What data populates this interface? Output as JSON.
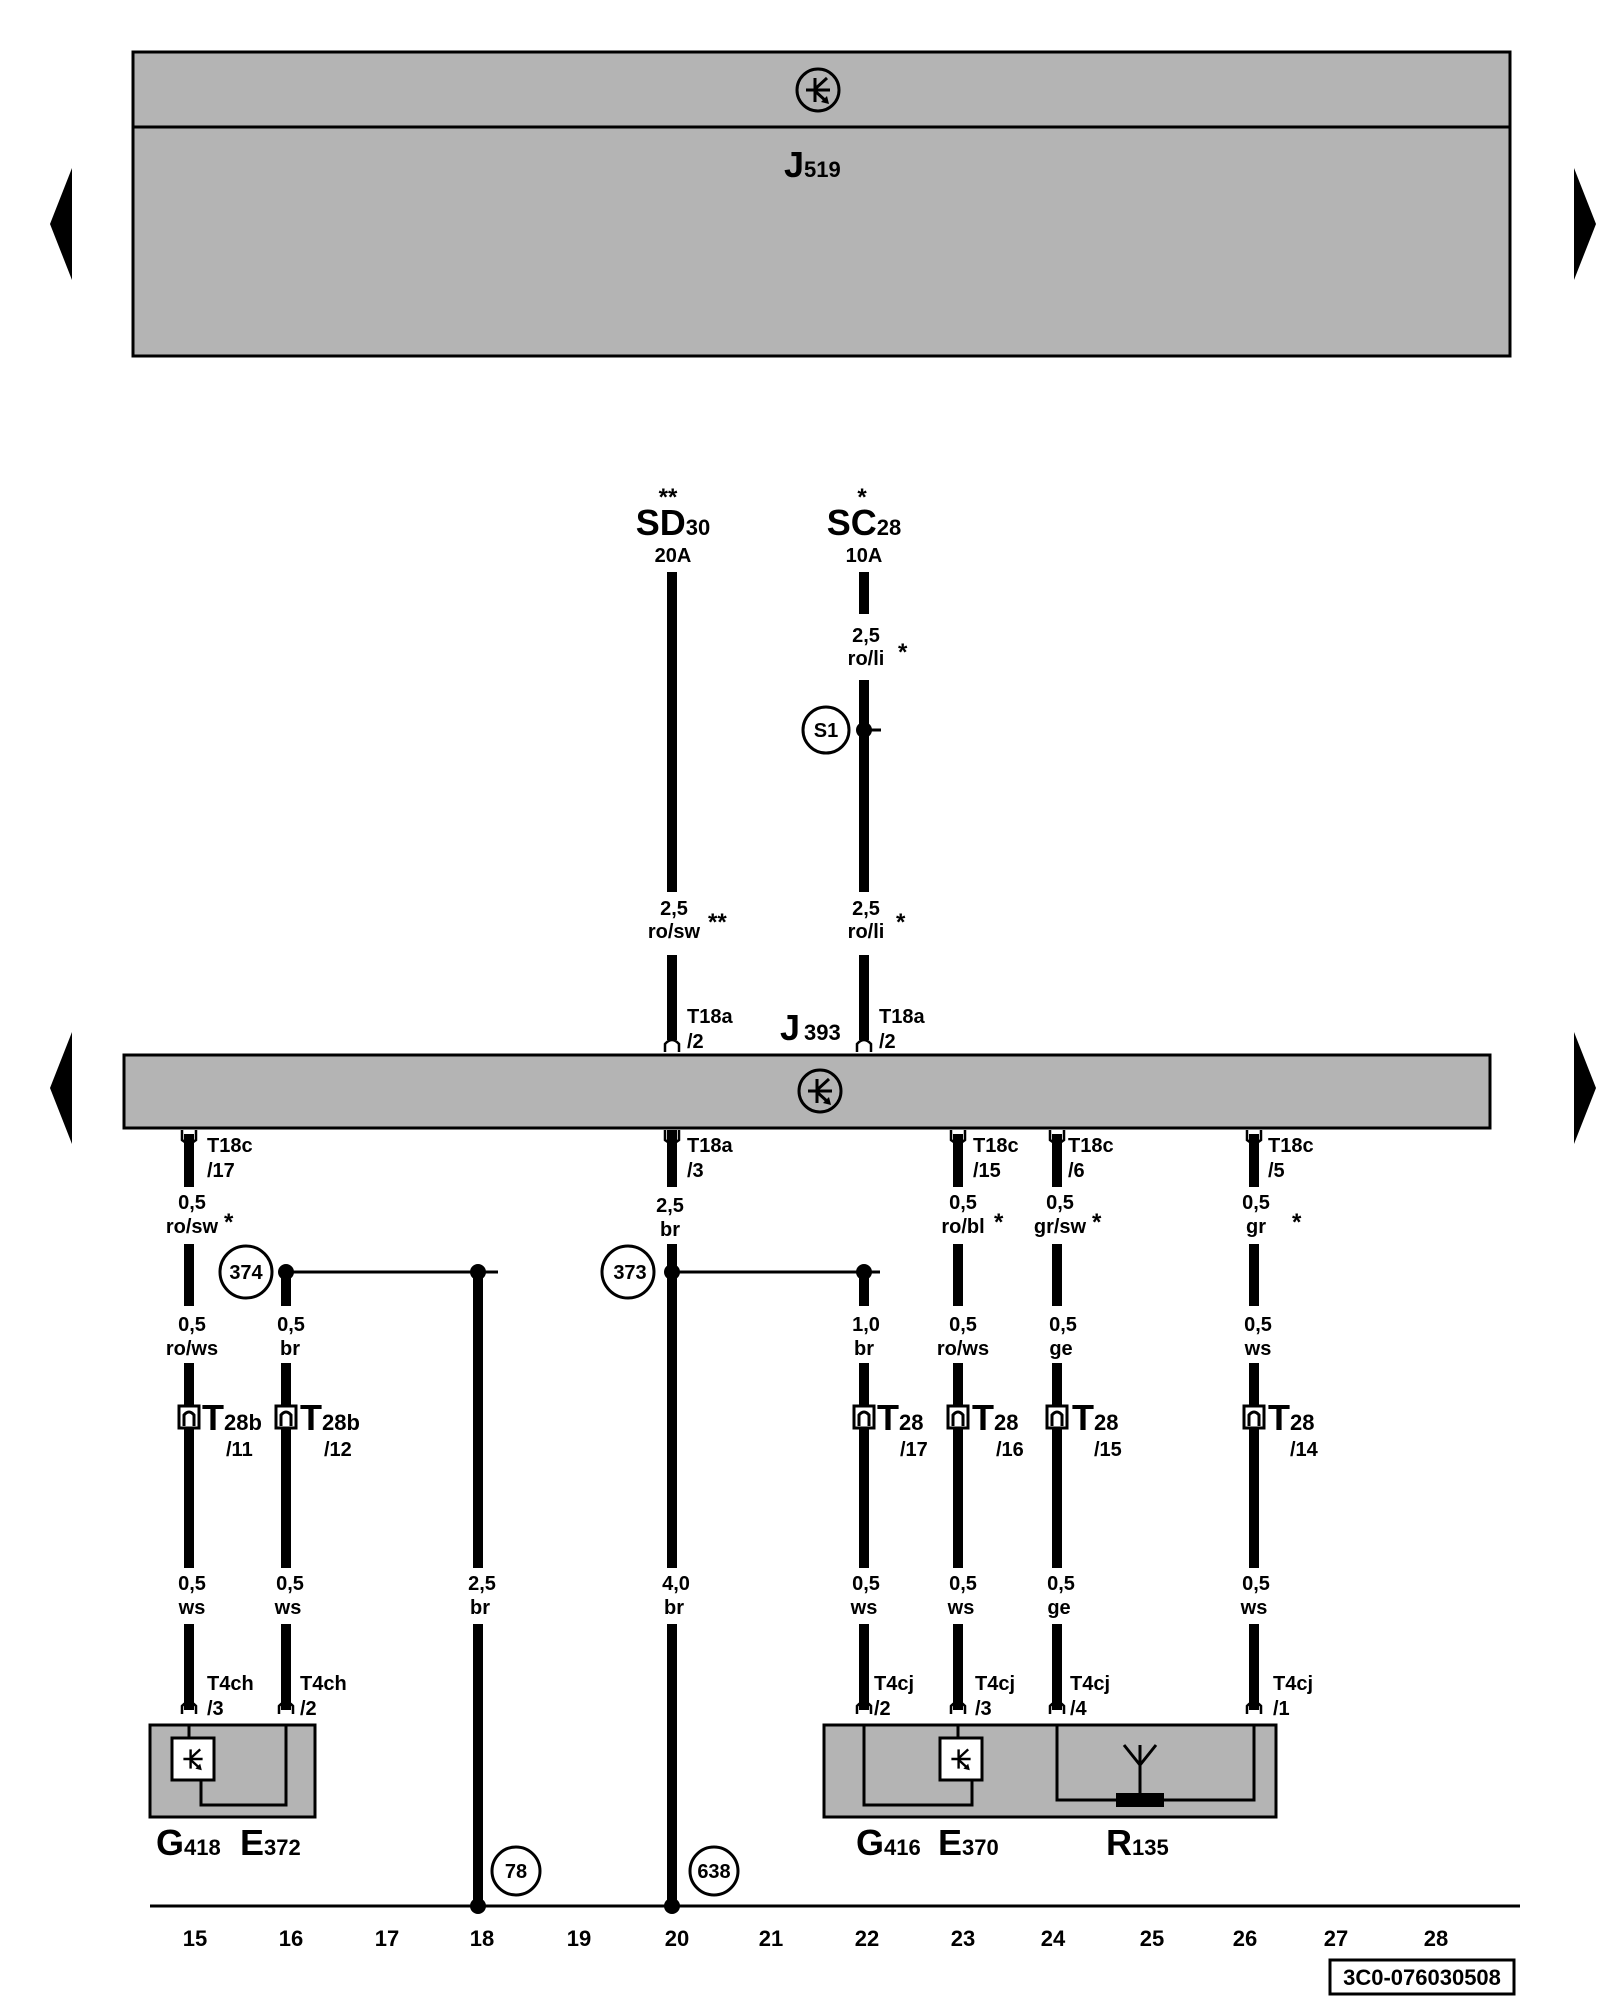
{
  "doc_code": "3C0-076030508",
  "units": {
    "j519": {
      "letter": "J",
      "number": "519"
    },
    "j393": {
      "letter": "J",
      "number": "393"
    }
  },
  "fuses": {
    "sd30": {
      "mark": "**",
      "letter": "SD",
      "number": "30",
      "rating": "20A"
    },
    "sc28": {
      "mark": "*",
      "letter": "SC",
      "number": "28",
      "rating": "10A"
    }
  },
  "wires": {
    "sc_top": {
      "size": "2,5",
      "color": "ro/li",
      "mark": "*"
    },
    "sd_mid": {
      "size": "2,5",
      "color": "ro/sw",
      "mark": "**"
    },
    "sc_mid": {
      "size": "2,5",
      "color": "ro/li",
      "mark": "*"
    },
    "c15_a": {
      "size": "0,5",
      "color": "ro/sw",
      "mark": "*"
    },
    "c20_a": {
      "size": "2,5",
      "color": "br"
    },
    "c23_a": {
      "size": "0,5",
      "color": "ro/bl",
      "mark": "*"
    },
    "c24_a": {
      "size": "0,5",
      "color": "gr/sw",
      "mark": "*"
    },
    "c26_a": {
      "size": "0,5",
      "color": "gr",
      "mark": "*"
    },
    "c15_b": {
      "size": "0,5",
      "color": "ro/ws"
    },
    "c16_b": {
      "size": "0,5",
      "color": "br"
    },
    "c22_b": {
      "size": "1,0",
      "color": "br"
    },
    "c23_b": {
      "size": "0,5",
      "color": "ro/ws"
    },
    "c24_b": {
      "size": "0,5",
      "color": "ge"
    },
    "c26_b": {
      "size": "0,5",
      "color": "ws"
    },
    "c15_c": {
      "size": "0,5",
      "color": "ws"
    },
    "c16_c": {
      "size": "0,5",
      "color": "ws"
    },
    "c18_c": {
      "size": "2,5",
      "color": "br"
    },
    "c20_c": {
      "size": "4,0",
      "color": "br"
    },
    "c22_c": {
      "size": "0,5",
      "color": "ws"
    },
    "c23_c": {
      "size": "0,5",
      "color": "ws"
    },
    "c24_c": {
      "size": "0,5",
      "color": "ge"
    },
    "c26_c": {
      "size": "0,5",
      "color": "ws"
    }
  },
  "pins": {
    "sd_t18a": {
      "name": "T18a",
      "pin": "/2"
    },
    "sc_t18a": {
      "name": "T18a",
      "pin": "/2"
    },
    "c15_t18c": {
      "name": "T18c",
      "pin": "/17"
    },
    "c20_t18a": {
      "name": "T18a",
      "pin": "/3"
    },
    "c23_t18c": {
      "name": "T18c",
      "pin": "/15"
    },
    "c24_t18c": {
      "name": "T18c",
      "pin": "/6"
    },
    "c26_t18c": {
      "name": "T18c",
      "pin": "/5"
    },
    "c15_t28b": {
      "letter": "T",
      "number": "28b",
      "pin": "/11"
    },
    "c16_t28b": {
      "letter": "T",
      "number": "28b",
      "pin": "/12"
    },
    "c22_t28": {
      "letter": "T",
      "number": "28",
      "pin": "/17"
    },
    "c23_t28": {
      "letter": "T",
      "number": "28",
      "pin": "/16"
    },
    "c24_t28": {
      "letter": "T",
      "number": "28",
      "pin": "/15"
    },
    "c26_t28": {
      "letter": "T",
      "number": "28",
      "pin": "/14"
    },
    "c15_t4ch": {
      "name": "T4ch",
      "pin": "/3"
    },
    "c16_t4ch": {
      "name": "T4ch",
      "pin": "/2"
    },
    "c22_t4cj": {
      "name": "T4cj",
      "pin": "/2"
    },
    "c23_t4cj": {
      "name": "T4cj",
      "pin": "/3"
    },
    "c24_t4cj": {
      "name": "T4cj",
      "pin": "/4"
    },
    "c26_t4cj": {
      "name": "T4cj",
      "pin": "/1"
    }
  },
  "nodes": {
    "s1": "S1",
    "n374": "374",
    "n373": "373",
    "n78": "78",
    "n638": "638"
  },
  "components": {
    "g418": {
      "letter": "G",
      "number": "418"
    },
    "e372": {
      "letter": "E",
      "number": "372"
    },
    "g416": {
      "letter": "G",
      "number": "416"
    },
    "e370": {
      "letter": "E",
      "number": "370"
    },
    "r135": {
      "letter": "R",
      "number": "135"
    }
  },
  "ruler": [
    "15",
    "16",
    "17",
    "18",
    "19",
    "20",
    "21",
    "22",
    "23",
    "24",
    "25",
    "26",
    "27",
    "28"
  ]
}
